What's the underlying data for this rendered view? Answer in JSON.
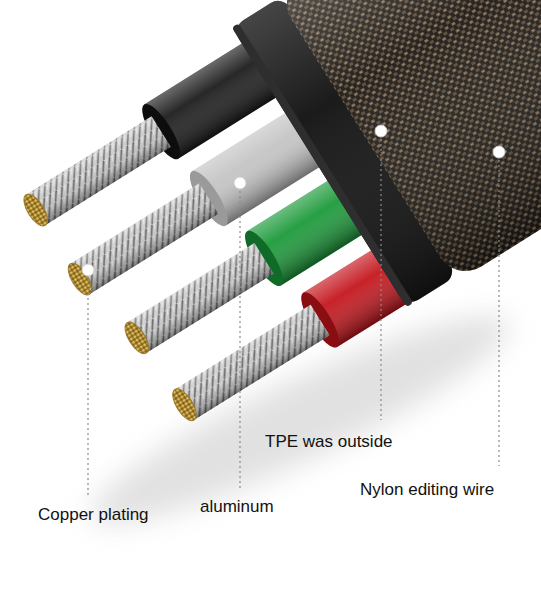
{
  "diagram": {
    "labels": [
      "Copper plating",
      "aluminum",
      "TPE was outside",
      "Nylon editing wire"
    ]
  }
}
